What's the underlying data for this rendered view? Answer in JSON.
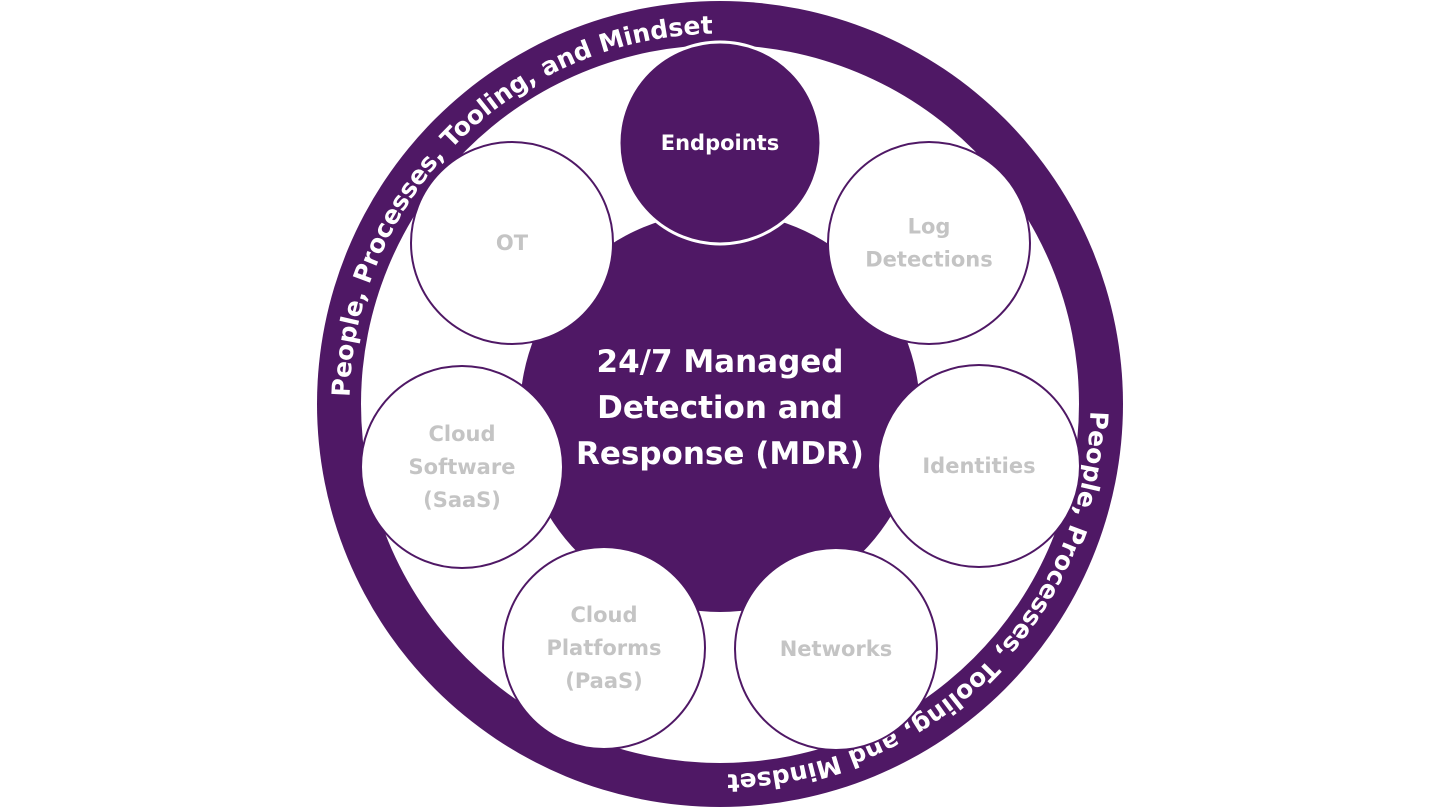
{
  "colors": {
    "primary": "#4f1865",
    "node_fill": "#ffffff",
    "node_text": "#c4c4c4",
    "highlight_text": "#ffffff",
    "ring_text": "#ffffff"
  },
  "ring": {
    "label_top": "People, Processes, Tooling, and Mindset",
    "label_bottom": "People, Processes, Tooling, and Mindset"
  },
  "center": {
    "lines": [
      "24/7 Managed",
      "Detection and",
      "Response (MDR)"
    ]
  },
  "nodes": [
    {
      "id": "endpoints",
      "lines": [
        "Endpoints"
      ],
      "highlighted": true
    },
    {
      "id": "log-detections",
      "lines": [
        "Log",
        "Detections"
      ],
      "highlighted": false
    },
    {
      "id": "identities",
      "lines": [
        "Identities"
      ],
      "highlighted": false
    },
    {
      "id": "networks",
      "lines": [
        "Networks"
      ],
      "highlighted": false
    },
    {
      "id": "cloud-platforms",
      "lines": [
        "Cloud",
        "Platforms",
        "(PaaS)"
      ],
      "highlighted": false
    },
    {
      "id": "cloud-software",
      "lines": [
        "Cloud",
        "Software",
        "(SaaS)"
      ],
      "highlighted": false
    },
    {
      "id": "ot",
      "lines": [
        "OT"
      ],
      "highlighted": false
    }
  ]
}
